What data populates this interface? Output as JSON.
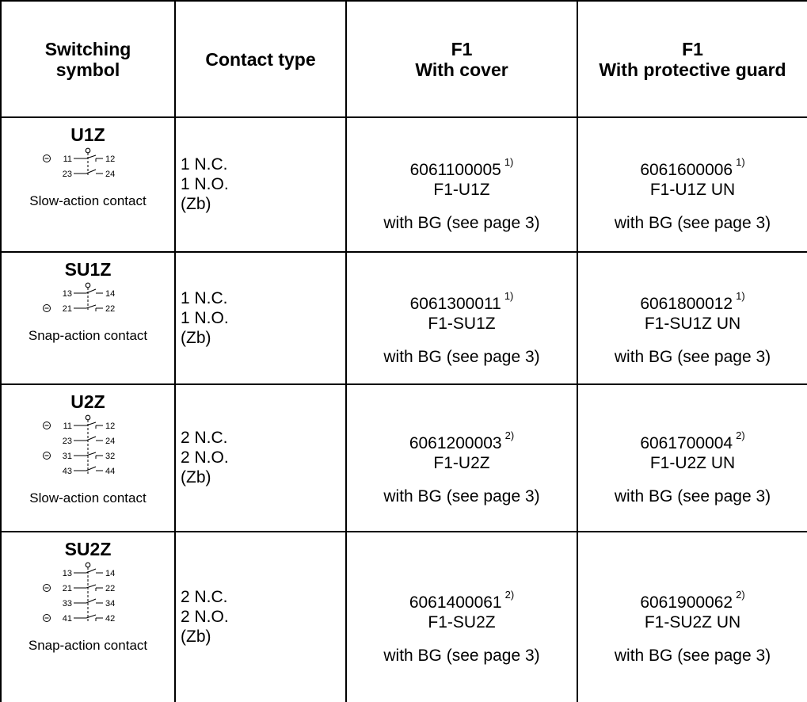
{
  "headers": {
    "switching_symbol": [
      "Switching",
      "symbol"
    ],
    "contact_type": "Contact type",
    "with_cover": [
      "F1",
      "With cover"
    ],
    "with_guard": [
      "F1",
      "With protective guard"
    ]
  },
  "rows": [
    {
      "symbol_name": "U1Z",
      "symbol_caption": "Slow-action contact",
      "contacts": [
        {
          "left": "11",
          "right": "12",
          "nc": true
        },
        {
          "left": "23",
          "right": "24",
          "nc": false
        }
      ],
      "contact_type": [
        "1 N.C.",
        "1 N.O.",
        "(Zb)"
      ],
      "cover": {
        "article": "6061100005",
        "note": "1)",
        "model": "F1-U1Z",
        "remark": "with BG (see page 3)"
      },
      "guard": {
        "article": "6061600006",
        "note": "1)",
        "model": "F1-U1Z UN",
        "remark": "with BG (see page 3)"
      }
    },
    {
      "symbol_name": "SU1Z",
      "symbol_caption": "Snap-action contact",
      "contacts": [
        {
          "left": "13",
          "right": "14",
          "nc": false
        },
        {
          "left": "21",
          "right": "22",
          "nc": true
        }
      ],
      "contact_type": [
        "1 N.C.",
        "1 N.O.",
        "(Zb)"
      ],
      "cover": {
        "article": "6061300011",
        "note": "1)",
        "model": "F1-SU1Z",
        "remark": "with BG (see page 3)"
      },
      "guard": {
        "article": "6061800012",
        "note": "1)",
        "model": "F1-SU1Z UN",
        "remark": "with BG (see page 3)"
      }
    },
    {
      "symbol_name": "U2Z",
      "symbol_caption": "Slow-action contact",
      "contacts": [
        {
          "left": "11",
          "right": "12",
          "nc": true
        },
        {
          "left": "23",
          "right": "24",
          "nc": false
        },
        {
          "left": "31",
          "right": "32",
          "nc": true
        },
        {
          "left": "43",
          "right": "44",
          "nc": false
        }
      ],
      "contact_type": [
        "2 N.C.",
        "2 N.O.",
        "(Zb)"
      ],
      "cover": {
        "article": "6061200003",
        "note": "2)",
        "model": "F1-U2Z",
        "remark": "with BG (see page 3)"
      },
      "guard": {
        "article": "6061700004",
        "note": "2)",
        "model": "F1-U2Z UN",
        "remark": "with BG (see page 3)"
      }
    },
    {
      "symbol_name": "SU2Z",
      "symbol_caption": "Snap-action contact",
      "contacts": [
        {
          "left": "13",
          "right": "14",
          "nc": false
        },
        {
          "left": "21",
          "right": "22",
          "nc": true
        },
        {
          "left": "33",
          "right": "34",
          "nc": false
        },
        {
          "left": "41",
          "right": "42",
          "nc": true
        }
      ],
      "contact_type": [
        "2 N.C.",
        "2 N.O.",
        "(Zb)"
      ],
      "cover": {
        "article": "6061400061",
        "note": "2)",
        "model": "F1-SU2Z",
        "remark": "with BG (see page 3)"
      },
      "guard": {
        "article": "6061900062",
        "note": "2)",
        "model": "F1-SU2Z UN",
        "remark": "with BG (see page 3)"
      }
    }
  ]
}
